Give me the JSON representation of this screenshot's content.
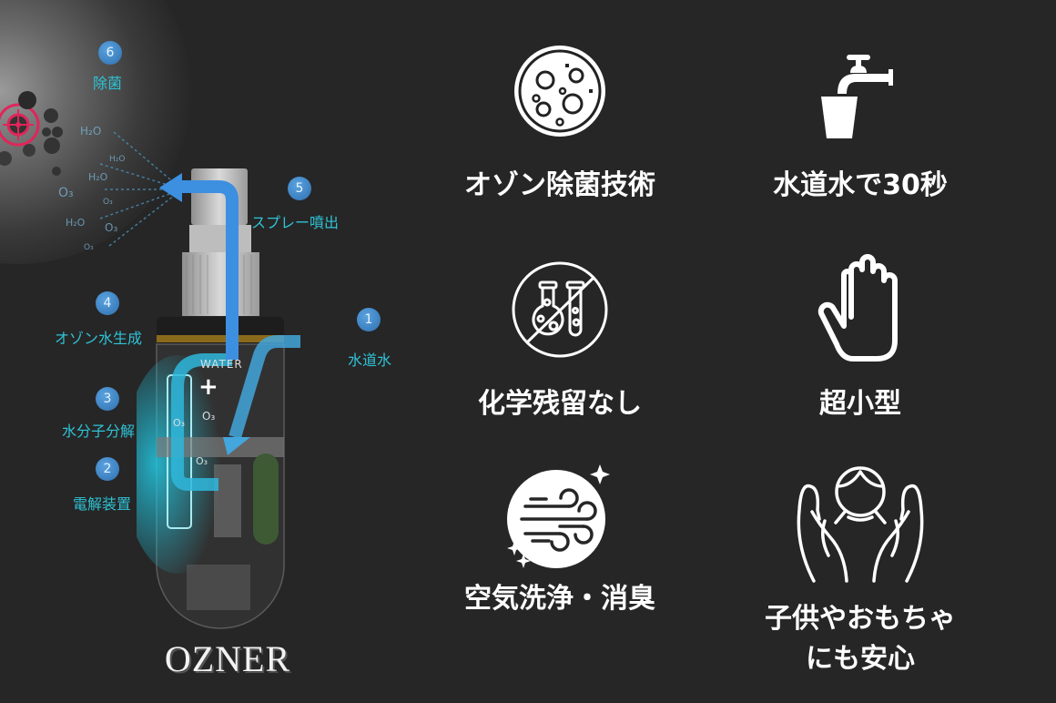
{
  "diagram": {
    "brand": "OZNER",
    "water_label": "WATER",
    "plus": "+",
    "steps": [
      {
        "number": "1",
        "label": "水道水"
      },
      {
        "number": "2",
        "label": "電解装置"
      },
      {
        "number": "3",
        "label": "水分子分解"
      },
      {
        "number": "4",
        "label": "オゾン水生成"
      },
      {
        "number": "5",
        "label": "スプレー噴出"
      },
      {
        "number": "6",
        "label": "除菌"
      }
    ],
    "molecules": [
      "H₂O",
      "H₂O",
      "H₂O",
      "O₃",
      "O₃",
      "H₂O",
      "O₃",
      "O₃",
      "O₃",
      "O₃",
      "O₃"
    ],
    "colors": {
      "badge": "#3a7fc0",
      "label": "#2ec3d6",
      "flow": "#3d8fe0",
      "glow": "#23c6e0"
    }
  },
  "features": [
    {
      "icon": "bacteria-petri-dish-icon",
      "title": "オゾン除菌技術"
    },
    {
      "icon": "faucet-cup-icon",
      "title": "水道水で30秒"
    },
    {
      "icon": "no-chemicals-icon",
      "title": "化学残留なし"
    },
    {
      "icon": "hand-icon",
      "title": "超小型"
    },
    {
      "icon": "air-wind-icon",
      "title": "空気洗浄・消臭"
    },
    {
      "icon": "child-hands-icon",
      "title_line1": "子供やおもちゃ",
      "title_line2": "にも安心"
    }
  ],
  "colors": {
    "background": "#262626",
    "text": "#ffffff"
  }
}
